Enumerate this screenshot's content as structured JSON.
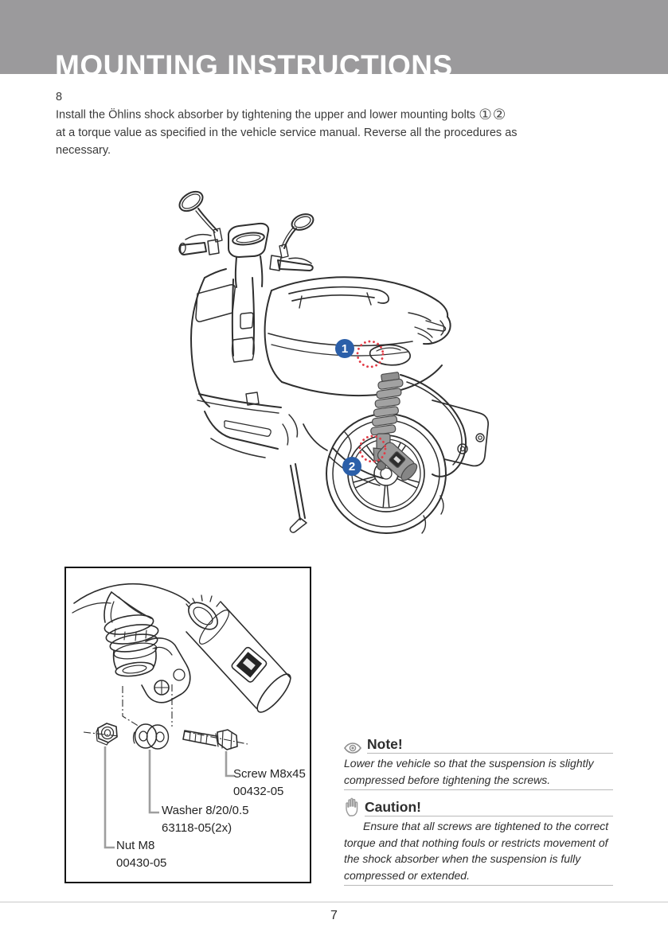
{
  "header": {
    "title": "MOUNTING INSTRUCTIONS"
  },
  "step": {
    "number": "8",
    "lines": [
      "Install the Öhlins shock absorber by tightening the upper and lower mounting bolts",
      "at a torque value as specified in the vehicle service manual. Reverse all the procedures as",
      "necessary."
    ],
    "refs": "①②"
  },
  "diagram": {
    "badges": [
      "1",
      "2"
    ]
  },
  "parts_box": {
    "items": [
      {
        "name": "Screw M8x45",
        "part_no": "00432-05"
      },
      {
        "name": "Washer 8/20/0.5",
        "part_no": "63118-05(2x)"
      },
      {
        "name": "Nut M8",
        "part_no": "00430-05"
      }
    ]
  },
  "note": {
    "icon": "eye-icon",
    "title": "Note!",
    "text": "Lower the vehicle so that the suspension is slightly compressed before tightening the screws."
  },
  "caution": {
    "icon": "hand-icon",
    "title": "Caution!",
    "text": "Ensure that all screws are tightened to the correct torque and that nothing fouls or restricts movement of the shock absorber when the suspension is fully compressed or extended."
  },
  "footer": {
    "page_number": "7"
  },
  "colors": {
    "header_band": "#9b9a9c",
    "badge_blue": "#2b5fa9",
    "marker_red": "#e23b46",
    "rule_gray": "#b9b9b9",
    "text": "#3a3a3a"
  }
}
